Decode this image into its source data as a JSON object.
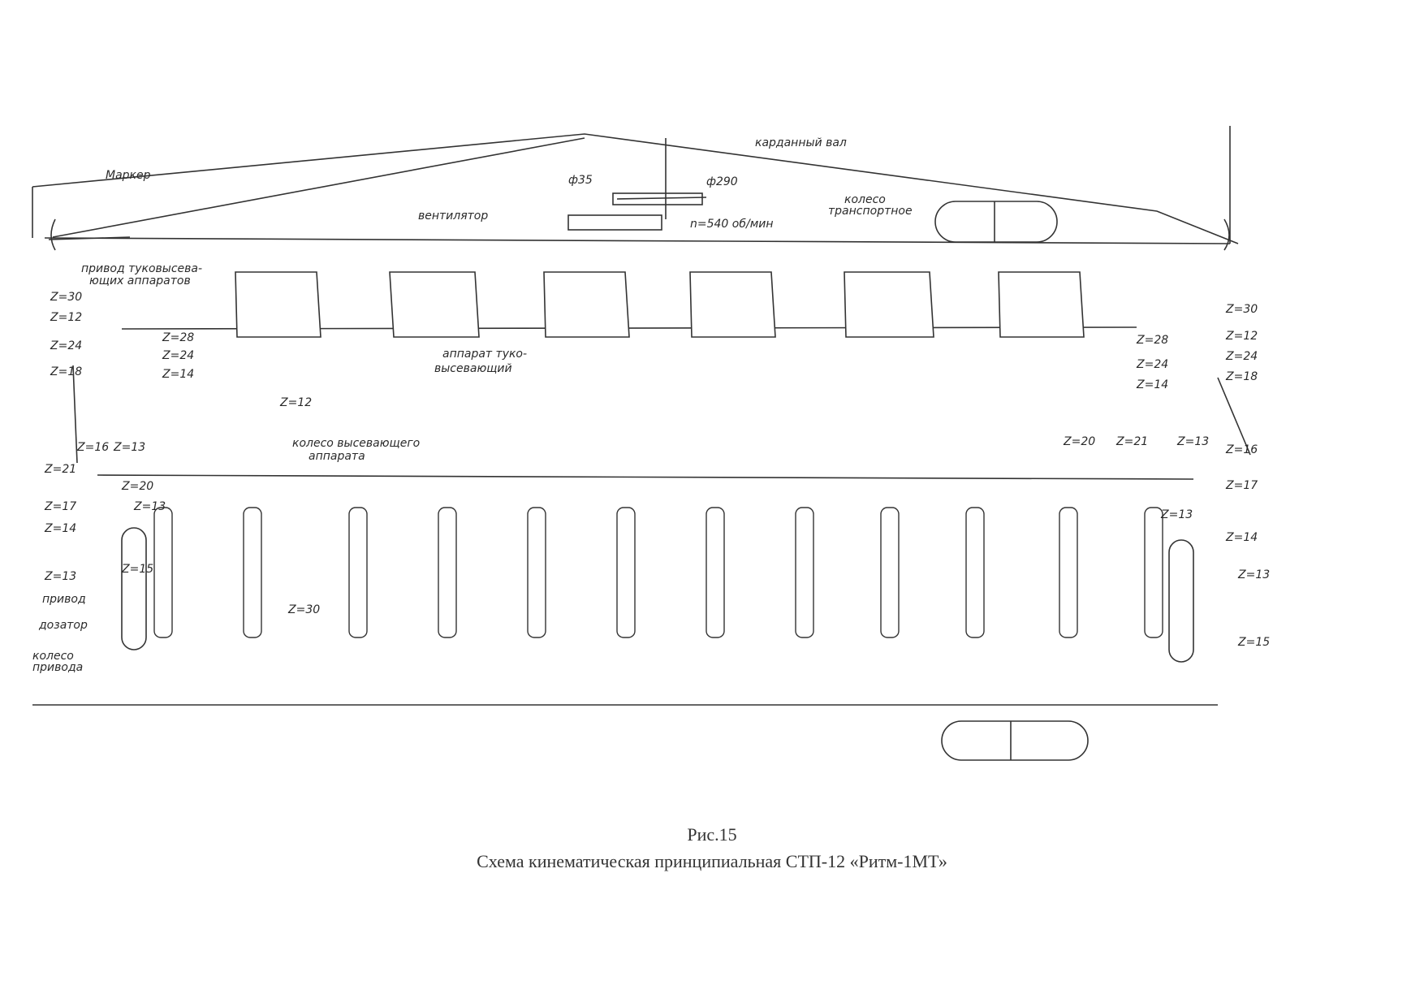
{
  "labels": {
    "marker": "Маркер",
    "cardan": "карданный вал",
    "phi35": "ф35",
    "phi290": "ф290",
    "fan": "вентилятор",
    "rpm": "n=540 об/мин",
    "transport_wheel_1": "колесо",
    "transport_wheel_2": "транспортное",
    "fert_drive_1": "привод туковысева-",
    "fert_drive_2": "ющих аппаратов",
    "fert_app_1": "аппарат туко-",
    "fert_app_2": "высевающий",
    "seed_wheel_1": "колесо высевающего",
    "seed_wheel_2": "аппарата",
    "drive": "привод",
    "dosator": "дозатор",
    "drive_wheel_1": "колесо",
    "drive_wheel_2": "привода"
  },
  "gears": {
    "left_fert": [
      "Z=30",
      "Z=12",
      "Z=24",
      "Z=18",
      "Z=28",
      "Z=24",
      "Z=14"
    ],
    "right_fert": [
      "Z=30",
      "Z=12",
      "Z=28",
      "Z=24",
      "Z=24",
      "Z=14",
      "Z=18"
    ],
    "left_seed": [
      "Z=16",
      "Z=13",
      "Z=21",
      "Z=20",
      "Z=17",
      "Z=13",
      "Z=14",
      "Z=13",
      "Z=15"
    ],
    "mid_seed": [
      "Z=12",
      "Z=30"
    ],
    "right_seed": [
      "Z=20",
      "Z=21",
      "Z=13",
      "Z=16",
      "Z=17",
      "Z=13",
      "Z=14",
      "Z=13",
      "Z=15"
    ]
  },
  "caption": {
    "fig": "Рис.15",
    "title": "Схема кинематическая принципиальная  СТП-12 «Ритм-1МТ»"
  }
}
